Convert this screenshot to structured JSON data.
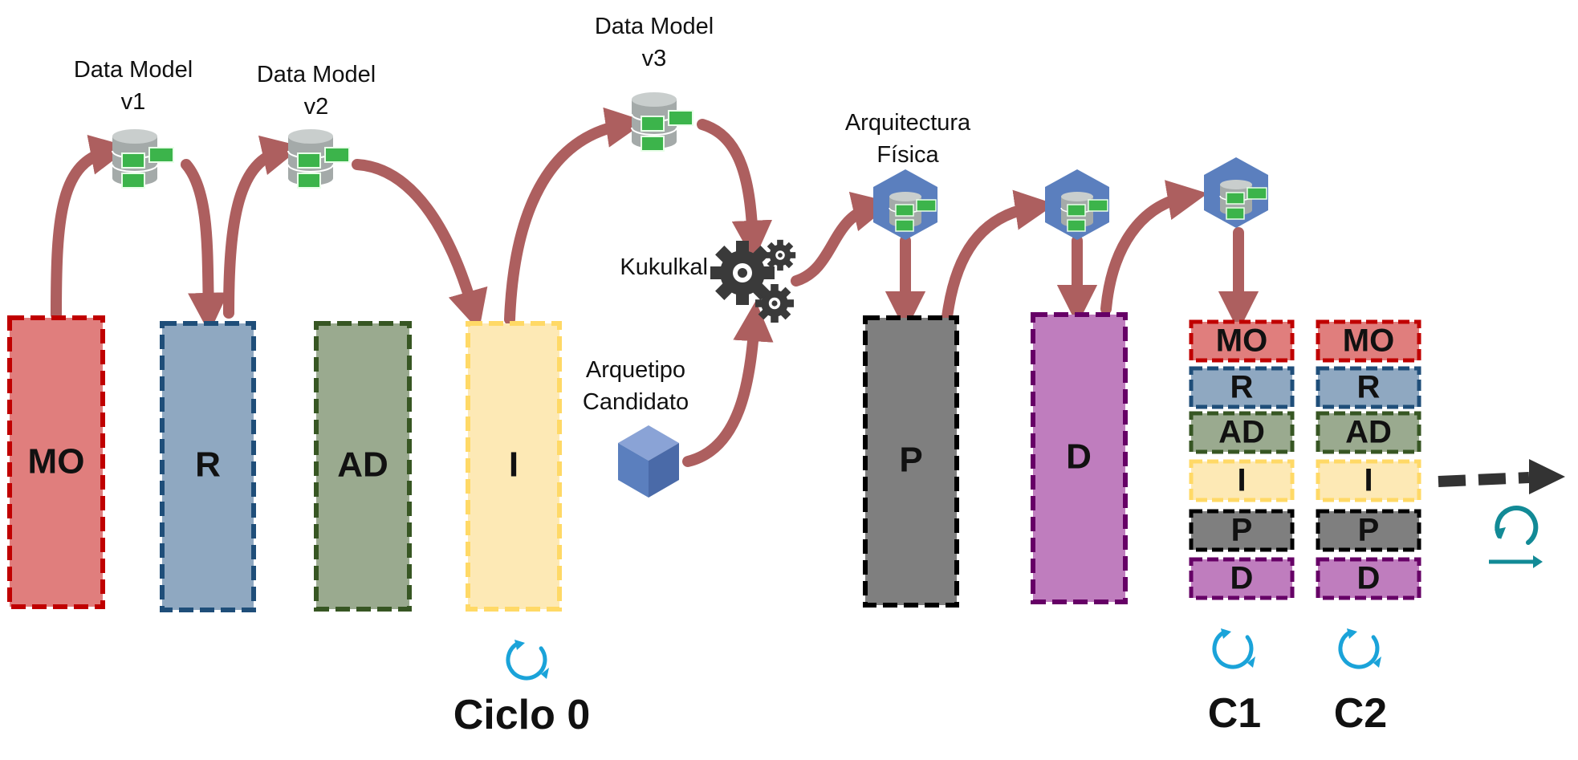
{
  "colors": {
    "MO": {
      "fill": "#e07e7d",
      "border": "#c00000"
    },
    "R": {
      "fill": "#8fa8c1",
      "border": "#1f4e79"
    },
    "AD": {
      "fill": "#9aaa8f",
      "border": "#375623"
    },
    "I": {
      "fill": "#fde9b5",
      "border": "#ffd966"
    },
    "P": {
      "fill": "#7f7f7f",
      "border": "#000000"
    },
    "D": {
      "fill": "#bf7dbe",
      "border": "#660066"
    },
    "arrow": "#ad5f5f",
    "cycle_icon": "#1aa3d9",
    "cycle_icon_dark": "#128a96",
    "db_green": "#3cb44b",
    "hex_blue": "#5b7fbe"
  },
  "phases": {
    "mo": "MO",
    "r": "R",
    "ad": "AD",
    "i": "I",
    "p": "P",
    "d": "D"
  },
  "data_models": {
    "v1_line1": "Data Model",
    "v1_line2": "v1",
    "v2_line1": "Data Model",
    "v2_line2": "v2",
    "v3_line1": "Data Model",
    "v3_line2": "v3"
  },
  "labels": {
    "kukulkal": "Kukulkal",
    "arquetipo_line1": "Arquetipo",
    "arquetipo_line2": "Candidato",
    "arquitectura_line1": "Arquitectura",
    "arquitectura_line2": "Física"
  },
  "cycles": {
    "ciclo0": "Ciclo 0",
    "c1": "C1",
    "c2": "C2"
  },
  "icons": [
    "database-icon",
    "gears-icon",
    "cube-icon",
    "hexagon-database-icon",
    "cycle-icon",
    "next-arrow-icon"
  ]
}
